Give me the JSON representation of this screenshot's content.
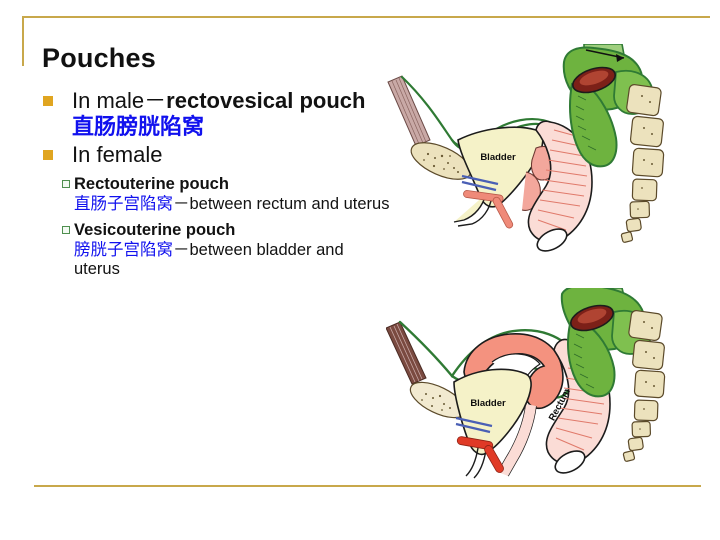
{
  "slide": {
    "title": "Pouches",
    "background_color": "#ffffff",
    "accent_rule_color": "#c8a84b"
  },
  "bullets": {
    "level1_marker_color": "#e0a520",
    "level2_marker_color": "#4f8f4f",
    "chinese_text_color": "#1111ee",
    "items": [
      {
        "id": "male-pouch",
        "lead": "In male",
        "dash": "－",
        "term": "rectovesical pouch",
        "chinese": "直肠膀胱陷窝"
      },
      {
        "id": "female-pouches",
        "lead": "In female",
        "dash": "",
        "term": "",
        "chinese": "",
        "sub": [
          {
            "id": "rectouterine",
            "term": "Rectouterine pouch",
            "chinese": "直肠子宫陷窝",
            "dash": "－",
            "description": "between rectum and uterus"
          },
          {
            "id": "vesicouterine",
            "term": "Vesicouterine pouch",
            "chinese": "膀胱子宫陷窝",
            "dash": "－",
            "description": "between bladder and uterus"
          }
        ]
      }
    ]
  },
  "figures": [
    {
      "id": "male-pelvis",
      "caption": "",
      "labels": {
        "bladder": "Bladder"
      },
      "colors": {
        "peritoneum": "#2f7a34",
        "bladder": "#f5f2c8",
        "rectum": "#f6b9b0",
        "colon": "#6eb33f",
        "bone": "#e8ddb8",
        "lumen": "#7c2018",
        "vessel_blue": "#4a5fb5",
        "vessel_red": "#e8796a"
      }
    },
    {
      "id": "female-pelvis",
      "caption": "",
      "labels": {
        "bladder": "Bladder",
        "rectum": "Rectum"
      },
      "colors": {
        "peritoneum": "#2f7a34",
        "bladder": "#f5f2c8",
        "uterus": "#f4927f",
        "rectum": "#f6b9b0",
        "colon": "#6eb33f",
        "bone": "#e8ddb8",
        "lumen": "#7c2018",
        "vessel_red": "#e03a26"
      }
    }
  ]
}
